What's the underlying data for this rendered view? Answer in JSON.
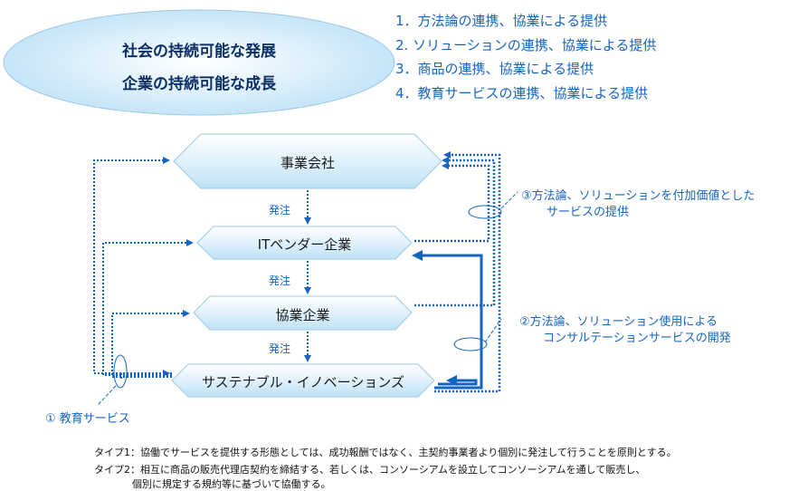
{
  "ellipse": {
    "line1": "社会の持続可能な発展",
    "line2": "企業の持続可能な成長"
  },
  "list": [
    "1．方法論の連携、協業による提供",
    "2. ソリューションの連携、協業による提供",
    "3．商品の連携、協業による提供",
    "4．教育サービスの連携、協業による提供"
  ],
  "boxes": {
    "b1": "事業会社",
    "b2": "ITベンダー企業",
    "b3": "協業企業",
    "b4": "サステナブル・イノベーションズ"
  },
  "orders": [
    "発注",
    "発注",
    "発注"
  ],
  "annotations": {
    "a1": "① 教育サービス",
    "a2_l1": "②方法論、ソリューション使用による",
    "a2_l2": "コンサルテーションサービスの開発",
    "a3_l1": "③方法論、ソリューションを付加価値とした",
    "a3_l2": "サービスの提供"
  },
  "footnotes": {
    "t1": "タイプ1：協働でサービスを提供する形態としては、成功報酬ではなく、主契約事業者より個別に発注して行うことを原則とする。",
    "t2_l1": "タイプ2：相互に商品の販売代理店契約を締結する、若しくは、コンソーシアムを設立してコンソーシアムを通して販売し、",
    "t2_l2": "個別に規定する規約等に基づいて協働する。"
  },
  "colors": {
    "arrow": "#1565c0",
    "ellipse_fill": "#d6ecfa",
    "box_fill": "#d6ecfa",
    "title_text": "#0b2f66"
  }
}
